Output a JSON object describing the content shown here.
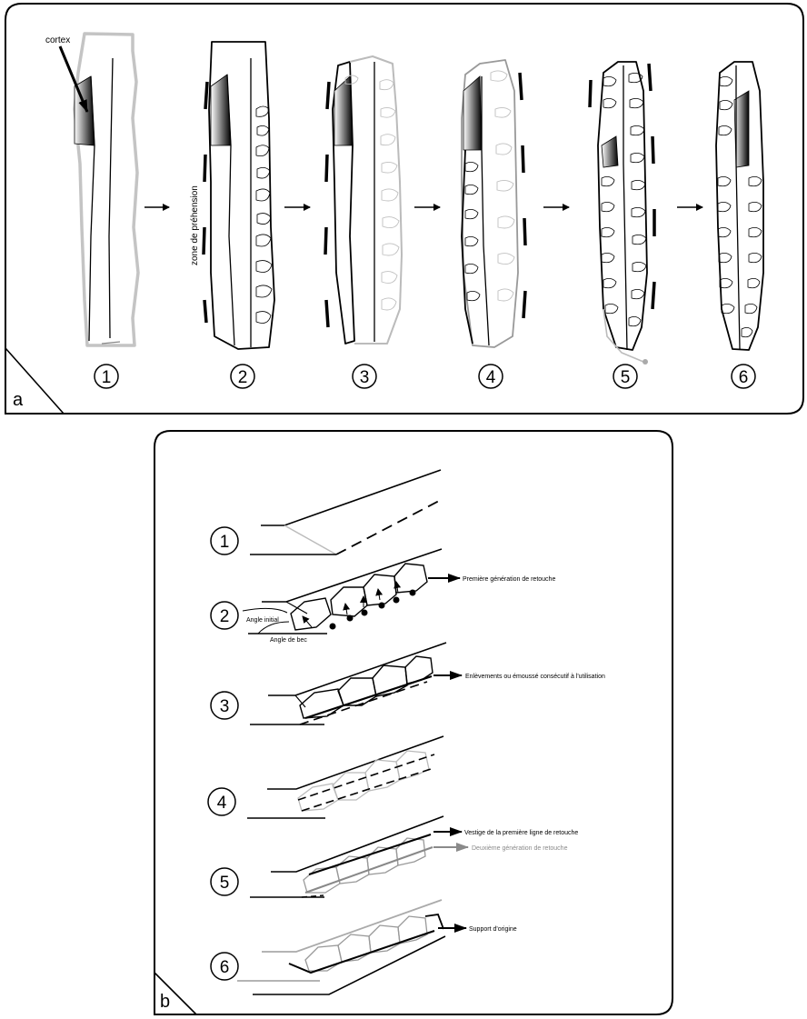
{
  "panel_a": {
    "corner_label": "a",
    "cortex_label": "cortex",
    "grip_zone_label": "zone de préhension",
    "stage_numbers": [
      "1",
      "2",
      "3",
      "4",
      "5",
      "6"
    ]
  },
  "panel_b": {
    "corner_label": "b",
    "stage_numbers": [
      "1",
      "2",
      "3",
      "4",
      "5",
      "6"
    ],
    "annotations": {
      "first_retouch": "Première génération de retouche",
      "initial_angle": "Angle initial",
      "beak_angle": "Angle de bec",
      "use_removals": "Enlèvements ou émoussé consécutif à l'utilisation",
      "first_line_vestige": "Vestige de la première ligne de retouche",
      "second_retouch": "Deuxième génération de retouche",
      "original_blank": "Support d'origine"
    }
  },
  "colors": {
    "line": "#000000",
    "light_line": "#b0b0b0",
    "gray_text": "#8a8a8a"
  }
}
